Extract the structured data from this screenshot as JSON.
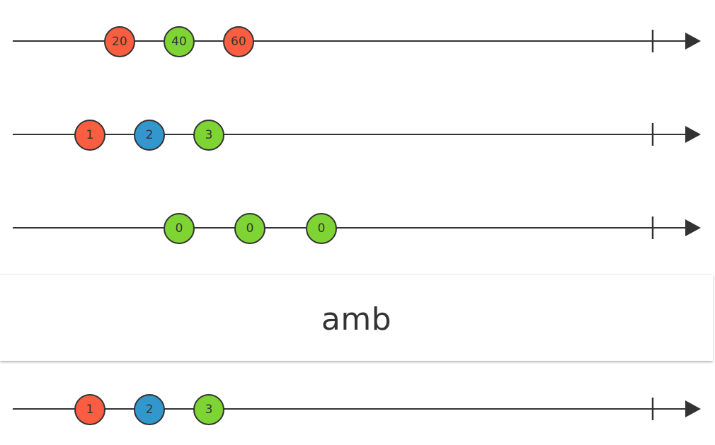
{
  "colors": {
    "red": "#fa5d3f",
    "blue": "#3197cd",
    "green": "#7dd433",
    "line": "#333333"
  },
  "operator": {
    "label": "amb"
  },
  "input_streams": [
    {
      "marbles": [
        {
          "value": "20",
          "color": "red"
        },
        {
          "value": "40",
          "color": "green"
        },
        {
          "value": "60",
          "color": "red"
        }
      ],
      "completed": true
    },
    {
      "marbles": [
        {
          "value": "1",
          "color": "red"
        },
        {
          "value": "2",
          "color": "blue"
        },
        {
          "value": "3",
          "color": "green"
        }
      ],
      "completed": true
    },
    {
      "marbles": [
        {
          "value": "0",
          "color": "green"
        },
        {
          "value": "0",
          "color": "green"
        },
        {
          "value": "0",
          "color": "green"
        }
      ],
      "completed": true
    }
  ],
  "output_stream": {
    "marbles": [
      {
        "value": "1",
        "color": "red"
      },
      {
        "value": "2",
        "color": "blue"
      },
      {
        "value": "3",
        "color": "green"
      }
    ],
    "completed": true
  }
}
